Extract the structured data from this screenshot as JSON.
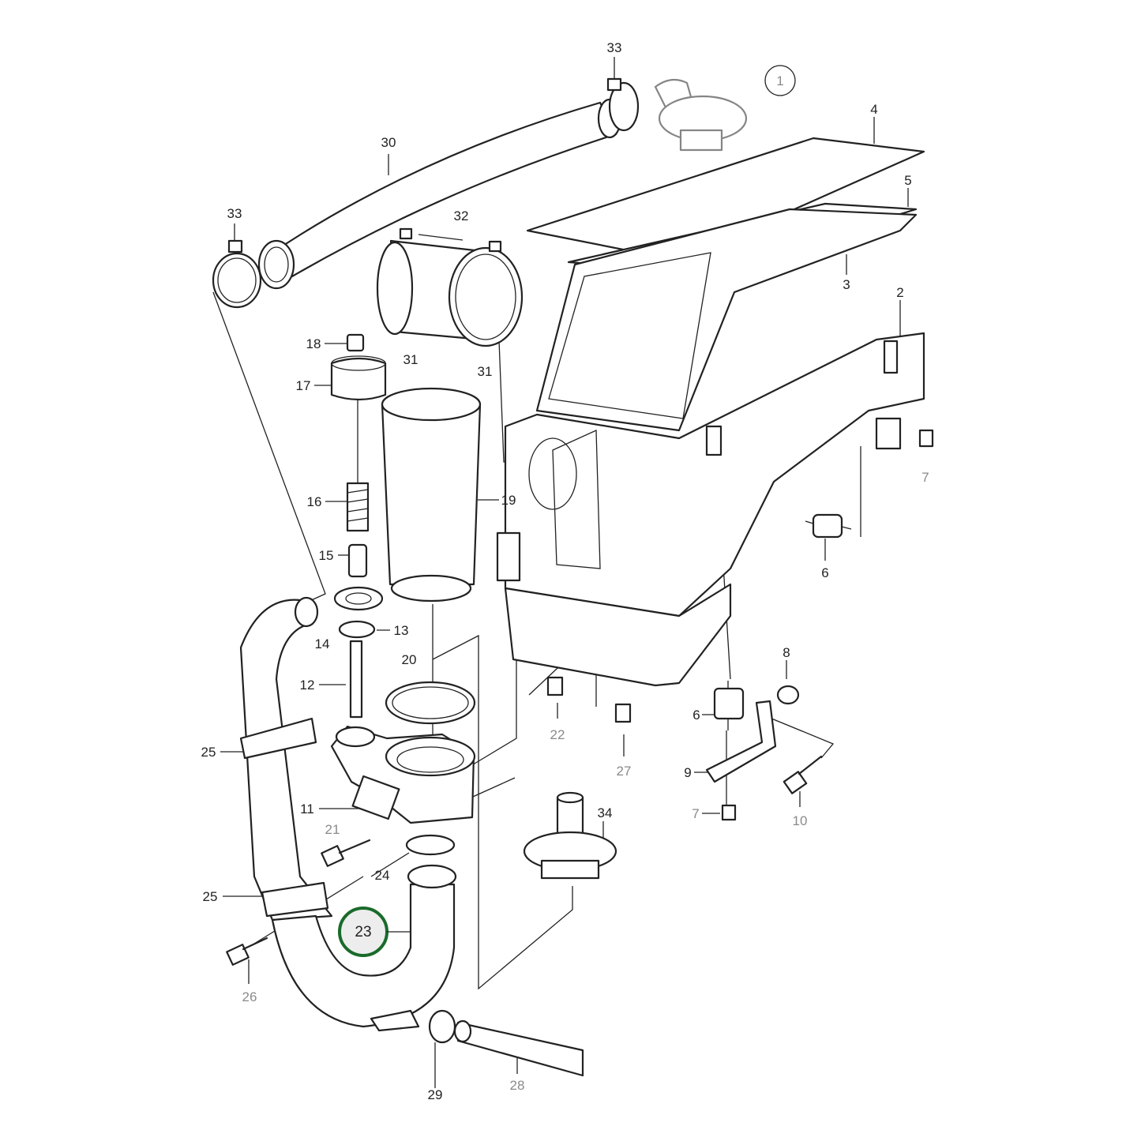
{
  "diagram": {
    "group_marker": "1",
    "highlighted_callout": "23",
    "highlight_color": "#1a6b2a",
    "callouts": [
      {
        "id": "c33a",
        "text": "33",
        "muted": false
      },
      {
        "id": "c30",
        "text": "30",
        "muted": false
      },
      {
        "id": "c33b",
        "text": "33",
        "muted": false
      },
      {
        "id": "c32",
        "text": "32",
        "muted": false
      },
      {
        "id": "c31a",
        "text": "31",
        "muted": false
      },
      {
        "id": "c31b",
        "text": "31",
        "muted": false
      },
      {
        "id": "c4",
        "text": "4",
        "muted": false
      },
      {
        "id": "c5",
        "text": "5",
        "muted": false
      },
      {
        "id": "c3",
        "text": "3",
        "muted": false
      },
      {
        "id": "c2",
        "text": "2",
        "muted": false
      },
      {
        "id": "c7a",
        "text": "7",
        "muted": true
      },
      {
        "id": "c6a",
        "text": "6",
        "muted": false
      },
      {
        "id": "c18",
        "text": "18",
        "muted": false
      },
      {
        "id": "c17",
        "text": "17",
        "muted": false
      },
      {
        "id": "c16",
        "text": "16",
        "muted": false
      },
      {
        "id": "c19",
        "text": "19",
        "muted": false
      },
      {
        "id": "c15",
        "text": "15",
        "muted": false
      },
      {
        "id": "c14",
        "text": "14",
        "muted": false
      },
      {
        "id": "c13",
        "text": "13",
        "muted": false
      },
      {
        "id": "c12",
        "text": "12",
        "muted": false
      },
      {
        "id": "c20",
        "text": "20",
        "muted": false
      },
      {
        "id": "c25a",
        "text": "25",
        "muted": false
      },
      {
        "id": "c11",
        "text": "11",
        "muted": false
      },
      {
        "id": "c21",
        "text": "21",
        "muted": true
      },
      {
        "id": "c24",
        "text": "24",
        "muted": false
      },
      {
        "id": "c25b",
        "text": "25",
        "muted": false
      },
      {
        "id": "c26",
        "text": "26",
        "muted": true
      },
      {
        "id": "c22",
        "text": "22",
        "muted": true
      },
      {
        "id": "c27",
        "text": "27",
        "muted": true
      },
      {
        "id": "c8",
        "text": "8",
        "muted": false
      },
      {
        "id": "c6b",
        "text": "6",
        "muted": false
      },
      {
        "id": "c9",
        "text": "9",
        "muted": false
      },
      {
        "id": "c7b",
        "text": "7",
        "muted": true
      },
      {
        "id": "c10",
        "text": "10",
        "muted": true
      },
      {
        "id": "c34",
        "text": "34",
        "muted": false
      },
      {
        "id": "c29",
        "text": "29",
        "muted": false
      },
      {
        "id": "c28",
        "text": "28",
        "muted": true
      }
    ]
  }
}
